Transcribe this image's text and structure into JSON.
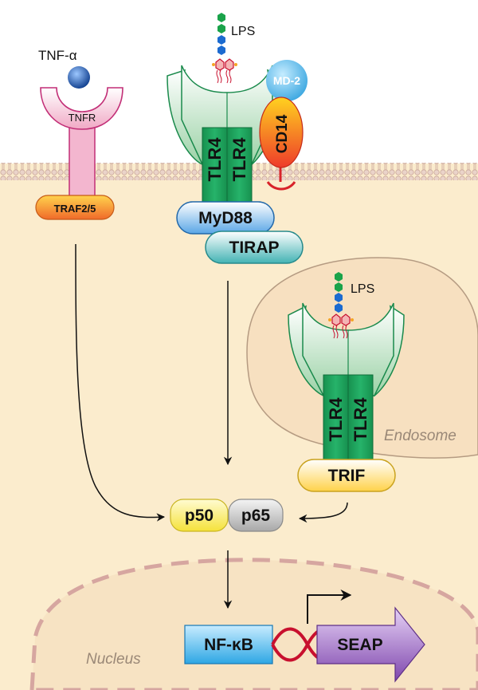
{
  "colors": {
    "cytoplasm": "#fbeccd",
    "membrane": "#e8c9c0",
    "receptor_green": "#1a9a56",
    "ectodomain": "#cfe9d3",
    "tnfr_pink": "#f3b6cf",
    "nucleus_fill": "#f7e3c3",
    "nucleus_border": "#d6a6a0",
    "endosome_fill": "#f7e0c0",
    "dna_red": "#c8102e",
    "seap_purple": "#8a5bb0",
    "nfkb_blue": "#5cc1ea"
  },
  "labels": {
    "tnf_alpha": "TNF-α",
    "tnfr": "TNFR",
    "traf": "TRAF2/5",
    "lps_top": "LPS",
    "md2": "MD-2",
    "cd14": "CD14",
    "tlr4_a": "TLR4",
    "tlr4_b": "TLR4",
    "myd88": "MyD88",
    "tirap": "TIRAP",
    "lps_endo": "LPS",
    "tlr4_c": "TLR4",
    "tlr4_d": "TLR4",
    "endosome": "Endosome",
    "trif": "TRIF",
    "p50": "p50",
    "p65": "p65",
    "nucleus": "Nucleus",
    "nfkb": "NF-κB",
    "seap": "SEAP"
  },
  "icons": [
    "lps-chain-icon",
    "lipid-a-icon",
    "arrow-icon",
    "dna-helix-icon",
    "transcription-start-icon"
  ]
}
